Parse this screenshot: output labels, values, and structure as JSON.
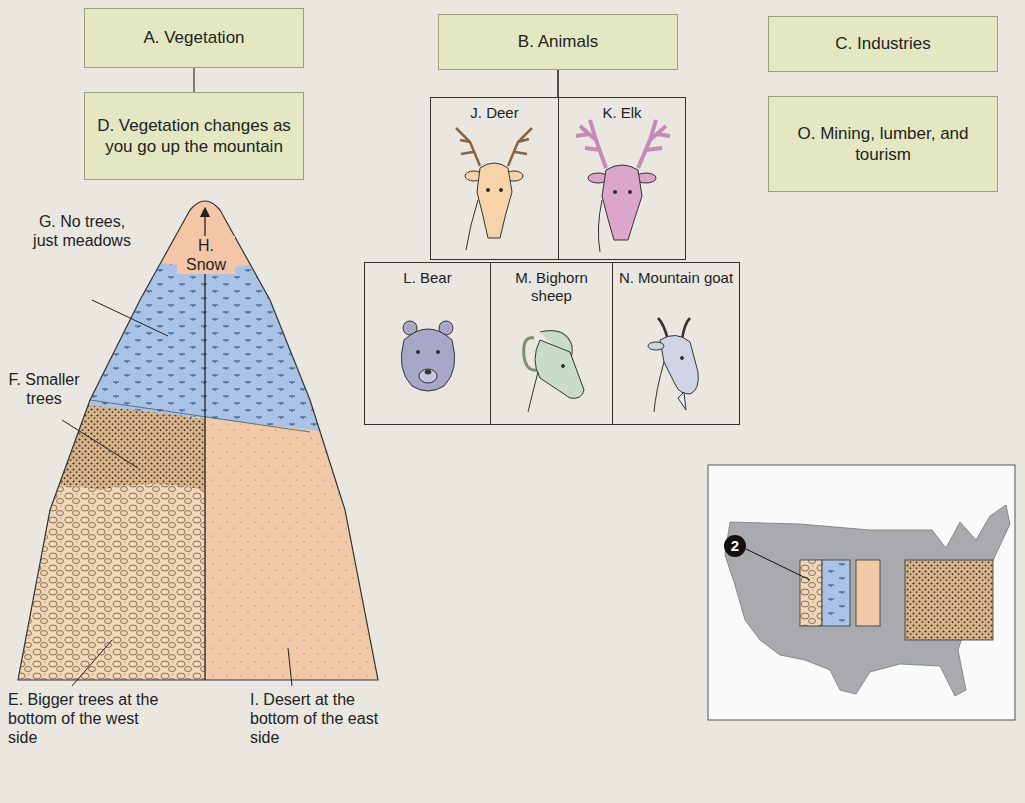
{
  "diagram": {
    "nodes": [
      {
        "text": [
          "A. Vegetation"
        ]
      },
      {
        "text": [
          "D. Vegetation changes as you go up the mountain"
        ]
      },
      {
        "text": [
          "B. Animals"
        ]
      },
      {
        "text": [
          "J. Deer"
        ]
      },
      {
        "text": [
          "K. Elk"
        ]
      },
      {
        "text": [
          "L. Bear"
        ]
      },
      {
        "text": [
          "M. Bighorn sheep"
        ]
      },
      {
        "text": [
          "N. Mountain goat"
        ]
      },
      {
        "text": [
          "C. Industries"
        ]
      },
      {
        "text": [
          "O. Mining, lumber, and tourism"
        ]
      }
    ],
    "edges": [
      {
        "from": 0,
        "to": 1,
        "arrow": "none"
      },
      {
        "from": 2,
        "to": 3,
        "arrow": "none"
      },
      {
        "from": 2,
        "to": 4,
        "arrow": "none"
      }
    ],
    "labels": [
      "G. No trees, just meadows",
      "H. Snow",
      "F. Smaller trees",
      "E. Bigger trees at the bottom of the west side",
      "I. Desert at the bottom of the east side",
      "2"
    ]
  }
}
